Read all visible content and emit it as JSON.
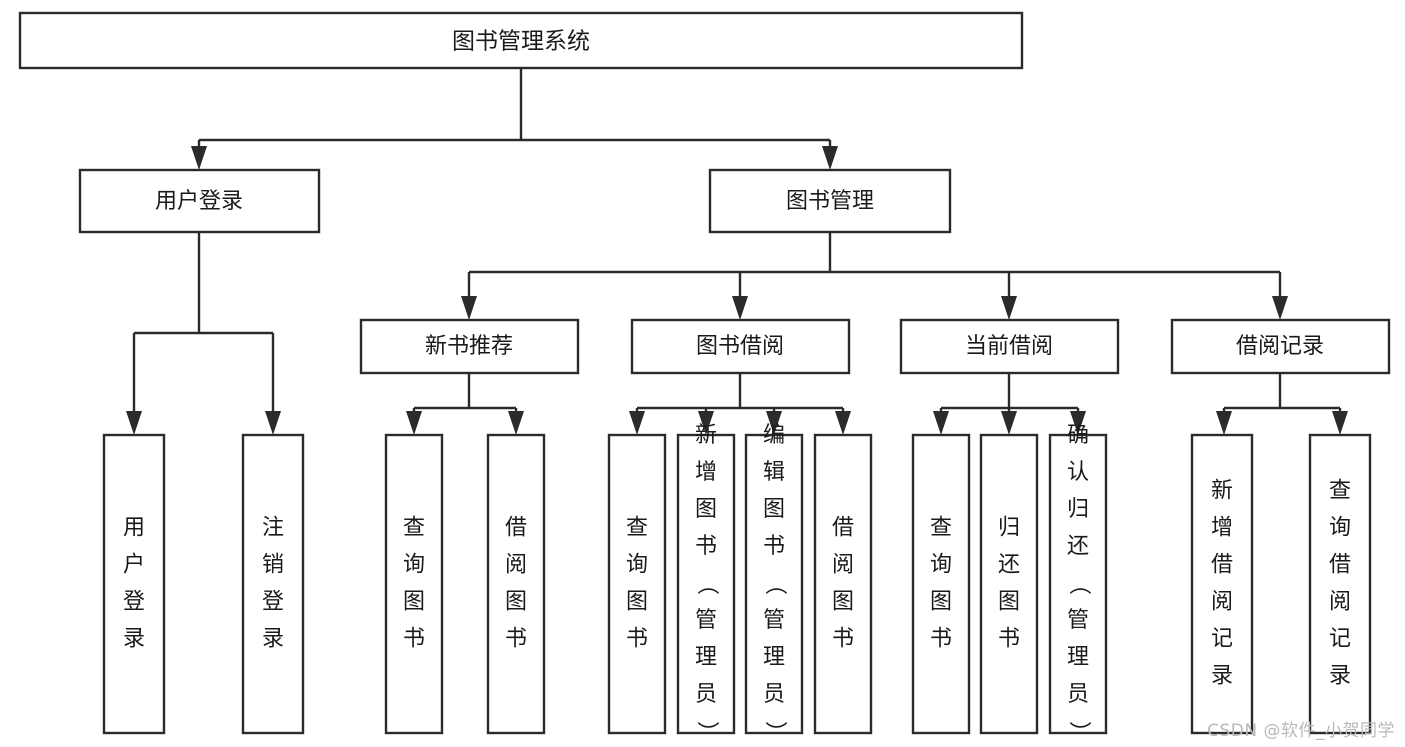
{
  "diagram": {
    "type": "tree-hierarchy",
    "title": "图书管理系统",
    "background_color": "#ffffff",
    "line_color": "#2b2b2b",
    "text_color": "#1a1a1a",
    "watermark": "CSDN @软件_小贺同学",
    "watermark_color": "#b9b9b9",
    "levels": 4,
    "nodes": {
      "root": {
        "label": "图书管理系统",
        "orientation": "horizontal"
      },
      "level1": [
        {
          "id": "user-login",
          "label": "用户登录",
          "orientation": "horizontal"
        },
        {
          "id": "book-manage",
          "label": "图书管理",
          "orientation": "horizontal"
        }
      ],
      "level2": [
        {
          "id": "new-book-recommend",
          "label": "新书推荐",
          "orientation": "horizontal",
          "parent": "book-manage"
        },
        {
          "id": "book-borrow",
          "label": "图书借阅",
          "orientation": "horizontal",
          "parent": "book-manage"
        },
        {
          "id": "current-borrow",
          "label": "当前借阅",
          "orientation": "horizontal",
          "parent": "book-manage"
        },
        {
          "id": "borrow-record",
          "label": "借阅记录",
          "orientation": "horizontal",
          "parent": "book-manage"
        }
      ],
      "leaves": [
        {
          "id": "leaf-user-login",
          "label": "用户登录",
          "orientation": "vertical",
          "parent": "user-login"
        },
        {
          "id": "leaf-user-logout",
          "label": "注销登录",
          "orientation": "vertical",
          "parent": "user-login"
        },
        {
          "id": "leaf-query-book-1",
          "label": "查询图书",
          "orientation": "vertical",
          "parent": "new-book-recommend"
        },
        {
          "id": "leaf-borrow-book-1",
          "label": "借阅图书",
          "orientation": "vertical",
          "parent": "new-book-recommend"
        },
        {
          "id": "leaf-query-book-2",
          "label": "查询图书",
          "orientation": "vertical",
          "parent": "book-borrow"
        },
        {
          "id": "leaf-add-book",
          "label": "新增图书（管理员）",
          "orientation": "vertical",
          "parent": "book-borrow"
        },
        {
          "id": "leaf-edit-book",
          "label": "编辑图书（管理员）",
          "orientation": "vertical",
          "parent": "book-borrow"
        },
        {
          "id": "leaf-borrow-book-2",
          "label": "借阅图书",
          "orientation": "vertical",
          "parent": "book-borrow"
        },
        {
          "id": "leaf-query-book-3",
          "label": "查询图书",
          "orientation": "vertical",
          "parent": "current-borrow"
        },
        {
          "id": "leaf-return-book",
          "label": "归还图书",
          "orientation": "vertical",
          "parent": "current-borrow"
        },
        {
          "id": "leaf-confirm-return",
          "label": "确认归还（管理员）",
          "orientation": "vertical",
          "parent": "current-borrow"
        },
        {
          "id": "leaf-add-record",
          "label": "新增借阅记录",
          "orientation": "vertical",
          "parent": "borrow-record"
        },
        {
          "id": "leaf-query-record",
          "label": "查询借阅记录",
          "orientation": "vertical",
          "parent": "borrow-record"
        }
      ]
    }
  }
}
